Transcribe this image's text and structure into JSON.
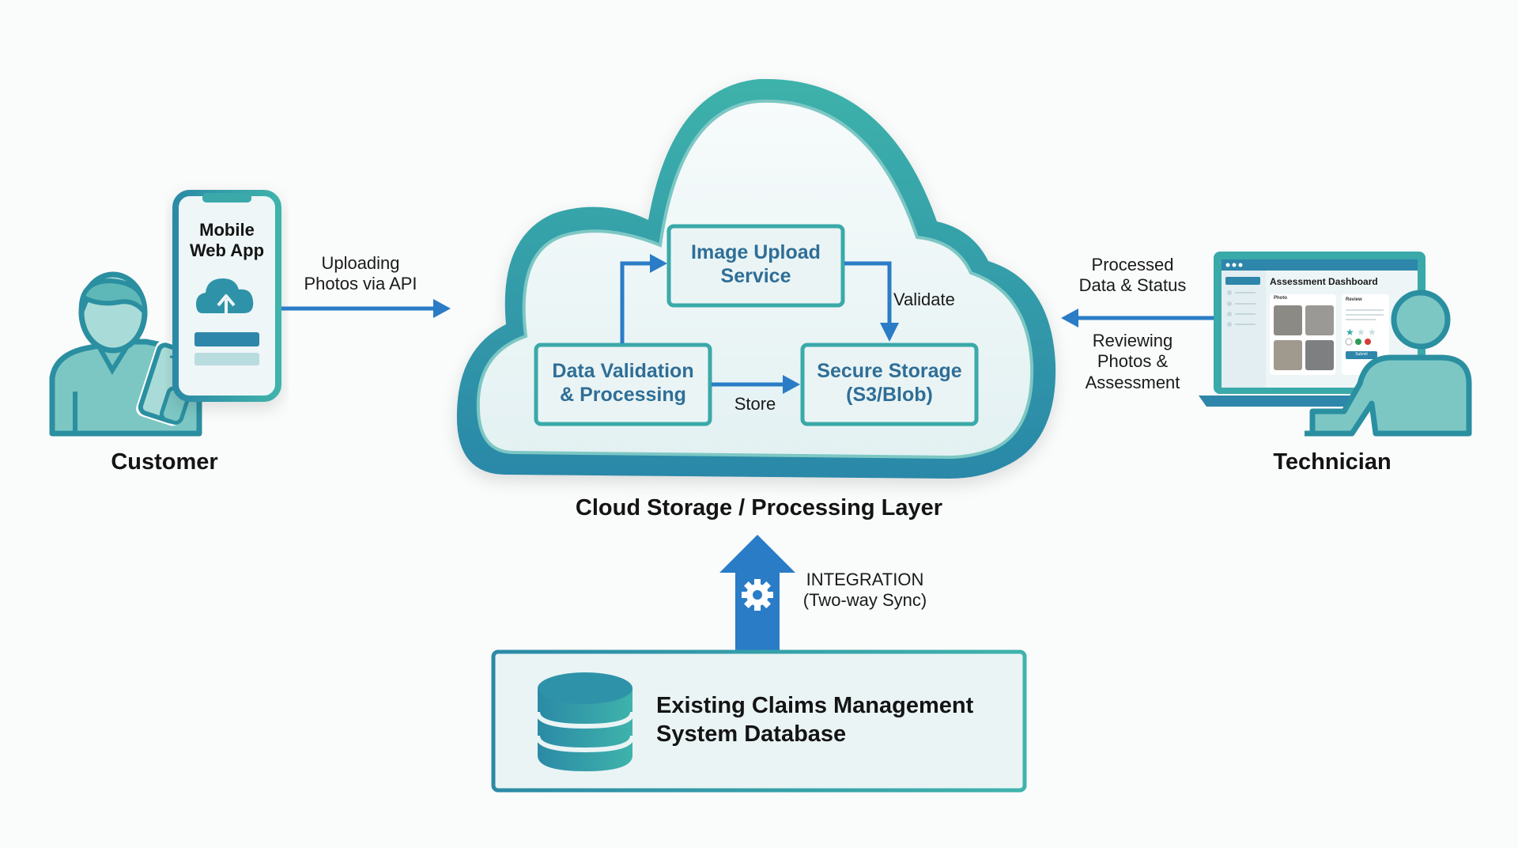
{
  "colors": {
    "teal_dark": "#2a8fa0",
    "teal_mid": "#3aa9a9",
    "teal_light": "#7cc7c4",
    "arrow_blue": "#2a7cc6",
    "box_text": "#2f6e96",
    "panel_bg": "#eaf4f5"
  },
  "customer": {
    "label": "Customer",
    "app_label_line1": "Mobile",
    "app_label_line2": "Web App",
    "icons": [
      "person-icon",
      "phone-icon",
      "cloud-upload-icon"
    ]
  },
  "edges": {
    "upload": {
      "line1": "Uploading",
      "line2": "Photos via API"
    },
    "processed": {
      "line1": "Processed",
      "line2": "Data & Status"
    },
    "reviewing": {
      "line1": "Reviewing",
      "line2": "Photos &",
      "line3": "Assessment"
    },
    "validate": "Validate",
    "store": "Store",
    "integration": {
      "line1": "INTEGRATION",
      "line2": "(Two-way Sync)"
    }
  },
  "cloud": {
    "label": "Cloud Storage / Processing Layer",
    "boxes": {
      "image_upload": {
        "line1": "Image Upload",
        "line2": "Service"
      },
      "data_validation": {
        "line1": "Data Validation",
        "line2": "& Processing"
      },
      "secure_storage": {
        "line1": "Secure Storage",
        "line2": "(S3/Blob)"
      }
    }
  },
  "technician": {
    "label": "Technician",
    "dashboard": {
      "title": "Assessment Dashboard",
      "photo_header": "Photo",
      "review_header": "Review",
      "button_label": "Submit"
    }
  },
  "database": {
    "line1": "Existing Claims Management",
    "line2": "System Database"
  }
}
